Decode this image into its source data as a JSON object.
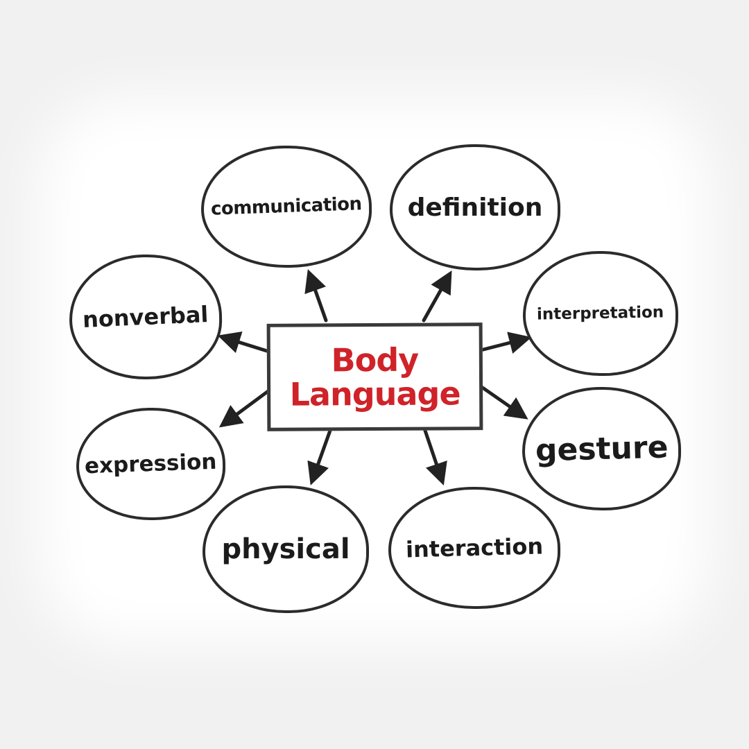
{
  "canvas": {
    "background_color": "#f1f1f1",
    "spotlight_color": "#ffffff"
  },
  "center": {
    "title_line1": "Body",
    "title_line2": "Language",
    "text_color": "#cf2329",
    "fill_color": "#ffffff",
    "border_color": "#3a3a3a"
  },
  "nodes": [
    {
      "id": "communication",
      "label": "communication"
    },
    {
      "id": "definition",
      "label": "definition"
    },
    {
      "id": "nonverbal",
      "label": "nonverbal"
    },
    {
      "id": "interpretation",
      "label": "interpretation"
    },
    {
      "id": "expression",
      "label": "expression"
    },
    {
      "id": "gesture",
      "label": "gesture"
    },
    {
      "id": "physical",
      "label": "physical"
    },
    {
      "id": "interaction",
      "label": "interaction"
    }
  ],
  "style": {
    "node_text_color": "#1b1b1b",
    "node_fill_color": "#ffffff",
    "node_border_color": "#2b2b2b",
    "connector_color": "#222222"
  }
}
